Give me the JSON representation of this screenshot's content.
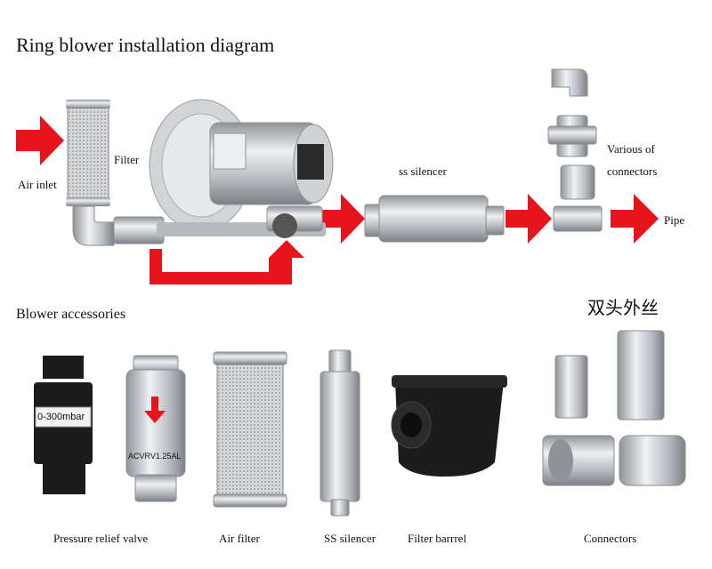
{
  "title": "Ring blower installation diagram",
  "labels": {
    "air_inlet": "Air inlet",
    "filter": "Filter",
    "ss_silencer": "ss silencer",
    "various_connectors_1": "Various of",
    "various_connectors_2": "connectors",
    "pipe": "Pipe"
  },
  "accessories": {
    "heading": "Blower accessories",
    "chinese_label": "双头外丝",
    "valve_range": "0-300mbar",
    "valve_model": "ACVRV1.25AL",
    "items": [
      "Pressure relief valve",
      "Air filter",
      "SS silencer",
      "Filter barrrel",
      "Connectors"
    ]
  },
  "colors": {
    "arrow": "#e8141c",
    "metal": "#c9ccd0",
    "dark": "#1c1c1c"
  }
}
